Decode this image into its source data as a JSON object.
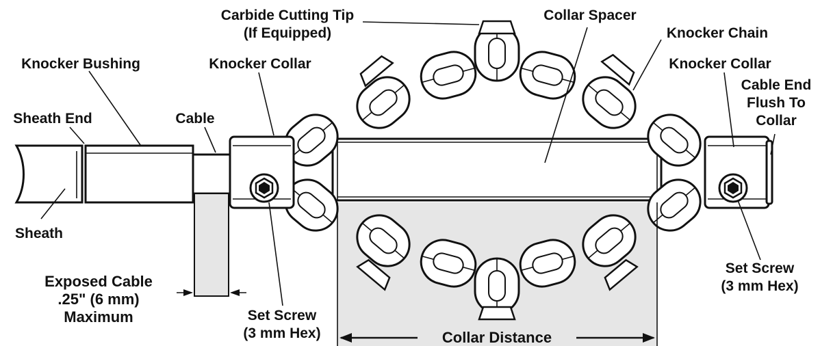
{
  "colors": {
    "ink": "#111111",
    "part_fill": "#ffffff",
    "shade_fill": "#e6e6e6",
    "background": "#ffffff"
  },
  "labels": {
    "carbide_tip_line1": "Carbide Cutting Tip",
    "carbide_tip_line2": "(If Equipped)",
    "collar_spacer": "Collar Spacer",
    "knocker_chain": "Knocker Chain",
    "knocker_bushing": "Knocker Bushing",
    "knocker_collar_left": "Knocker Collar",
    "knocker_collar_right": "Knocker Collar",
    "cable_end_line1": "Cable End",
    "cable_end_line2": "Flush To",
    "cable_end_line3": "Collar",
    "sheath_end": "Sheath End",
    "cable": "Cable",
    "sheath": "Sheath",
    "set_screw_right_line1": "Set Screw",
    "set_screw_right_line2": "(3 mm Hex)",
    "exposed_line1": "Exposed Cable",
    "exposed_line2": ".25\" (6 mm)",
    "exposed_line3": "Maximum",
    "set_screw_left_line1": "Set Screw",
    "set_screw_left_line2": "(3 mm Hex)",
    "collar_distance": "Collar Distance"
  },
  "icons": [
    "hex-socket-screw-icon",
    "arrow-left-icon",
    "arrow-right-icon"
  ]
}
